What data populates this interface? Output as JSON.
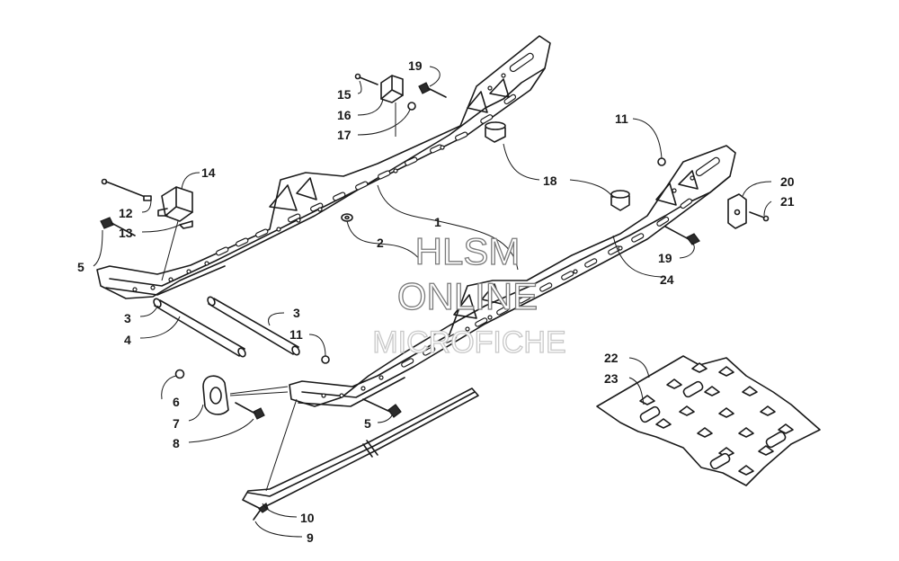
{
  "watermark": {
    "line1": "HLSM",
    "line2": "ONLINE",
    "line3": "MICROFICHE"
  },
  "callouts": [
    {
      "id": "c1",
      "label": "1"
    },
    {
      "id": "c2",
      "label": "2"
    },
    {
      "id": "c3a",
      "label": "3"
    },
    {
      "id": "c3b",
      "label": "3"
    },
    {
      "id": "c4",
      "label": "4"
    },
    {
      "id": "c5a",
      "label": "5"
    },
    {
      "id": "c5b",
      "label": "5"
    },
    {
      "id": "c6",
      "label": "6"
    },
    {
      "id": "c7",
      "label": "7"
    },
    {
      "id": "c8",
      "label": "8"
    },
    {
      "id": "c9",
      "label": "9"
    },
    {
      "id": "c10",
      "label": "10"
    },
    {
      "id": "c11a",
      "label": "11"
    },
    {
      "id": "c11b",
      "label": "11"
    },
    {
      "id": "c12",
      "label": "12"
    },
    {
      "id": "c13",
      "label": "13"
    },
    {
      "id": "c14",
      "label": "14"
    },
    {
      "id": "c15",
      "label": "15"
    },
    {
      "id": "c16",
      "label": "16"
    },
    {
      "id": "c17",
      "label": "17"
    },
    {
      "id": "c18",
      "label": "18"
    },
    {
      "id": "c19a",
      "label": "19"
    },
    {
      "id": "c19b",
      "label": "19"
    },
    {
      "id": "c20",
      "label": "20"
    },
    {
      "id": "c21",
      "label": "21"
    },
    {
      "id": "c22",
      "label": "22"
    },
    {
      "id": "c23",
      "label": "23"
    },
    {
      "id": "c24",
      "label": "24"
    }
  ]
}
